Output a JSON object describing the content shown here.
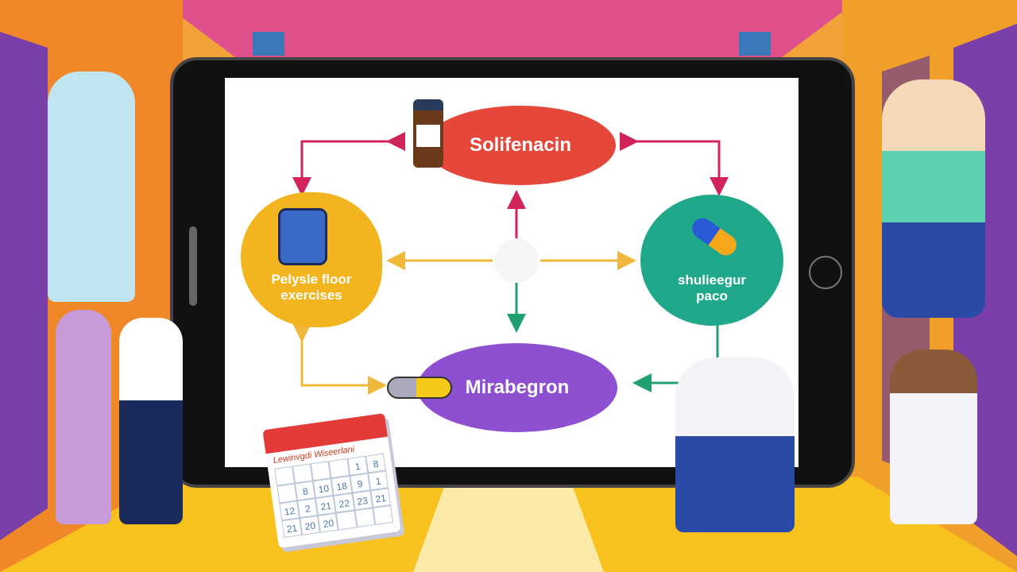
{
  "diagram": {
    "nodes": [
      {
        "id": "solifenacin",
        "label": "Solifenacin",
        "color": "#e5473a"
      },
      {
        "id": "pelvic",
        "label_line1": "Pelysle floor",
        "label_line2": "exercises",
        "color": "#f2b51f"
      },
      {
        "id": "bubble",
        "label_line1": "shulieegur",
        "label_line2": "paco",
        "color": "#1fa98a"
      },
      {
        "id": "mirabegron",
        "label": "Mirabegron",
        "color": "#8e4fd0"
      }
    ]
  },
  "calendar": {
    "title": "Lewinvgdi Wiseerlani",
    "days": [
      "",
      "",
      "",
      "",
      "1",
      "8",
      "",
      "8",
      "10",
      "18",
      "9",
      "1",
      "12",
      "2",
      "21",
      "22",
      "23",
      "21",
      "21",
      "20",
      "20",
      "",
      "",
      ""
    ]
  },
  "colors": {
    "arrow_red": "#d0245a",
    "arrow_yellow": "#f0b83a",
    "arrow_green": "#20a070",
    "bezel": "#111111"
  }
}
